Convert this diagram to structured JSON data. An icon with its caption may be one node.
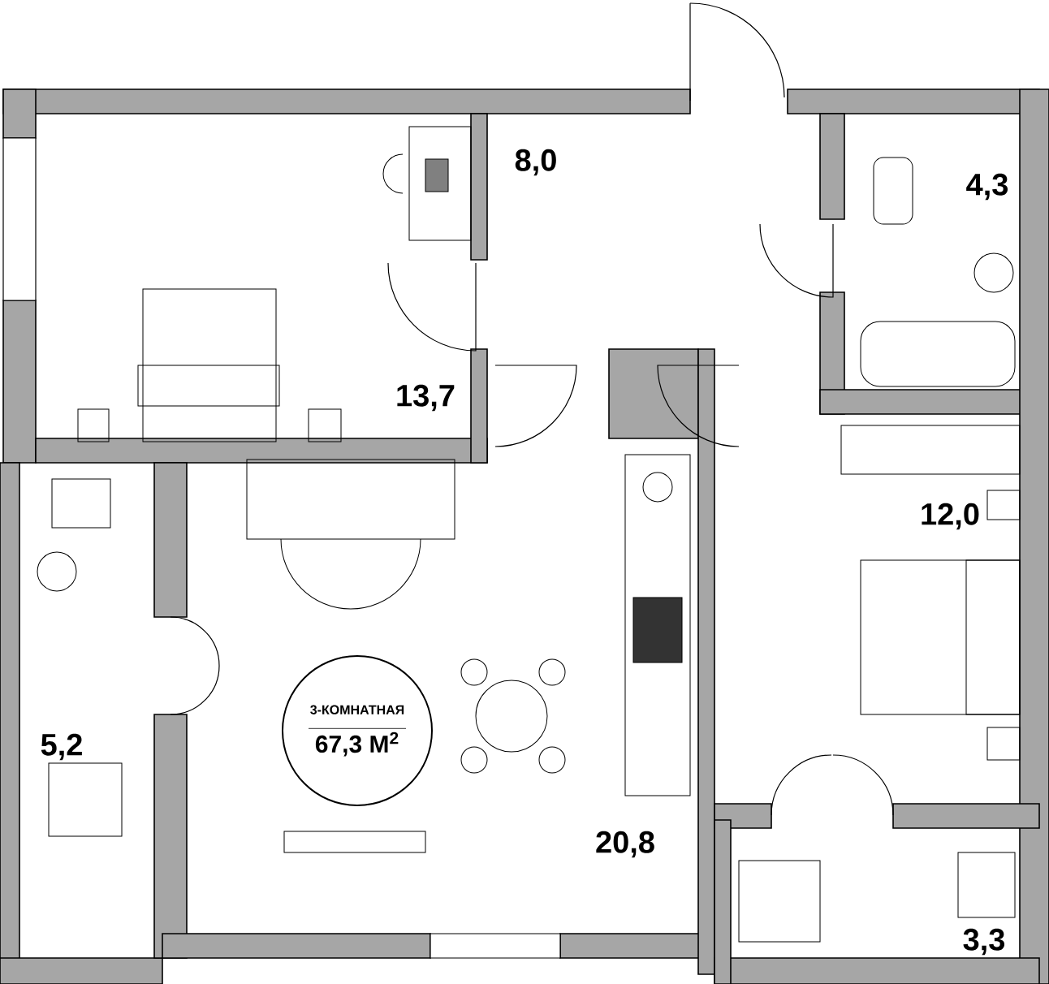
{
  "diagram": {
    "nodes": [
      {
        "text": [
          "3-КОМНАТНАЯ",
          "67,3 М$^{2}$"
        ]
      }
    ],
    "labels": [
      "8,0",
      "4,3",
      "13,7",
      "12,0",
      "5,2",
      "20,8",
      "3,3"
    ]
  }
}
